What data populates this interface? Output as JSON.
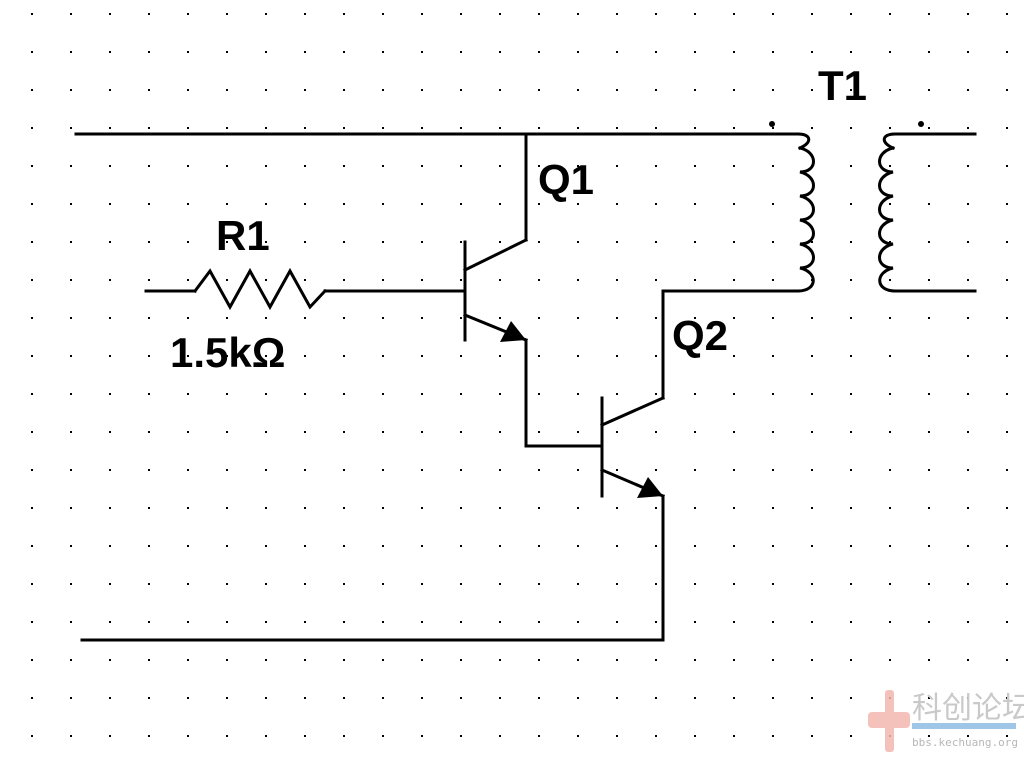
{
  "schematic": {
    "components": {
      "r1": {
        "ref": "R1",
        "value": "1.5kΩ"
      },
      "q1": {
        "ref": "Q1"
      },
      "q2": {
        "ref": "Q2"
      },
      "t1": {
        "ref": "T1"
      }
    },
    "grid": "dotted"
  },
  "watermark": {
    "title": "科创论坛",
    "url": "bbs.kechuang.org",
    "color": "#c9c9c9",
    "logo_color": "#f3b8b0"
  },
  "colors": {
    "wire": "#000000",
    "background": "#ffffff",
    "grid_dot": "#000000"
  }
}
